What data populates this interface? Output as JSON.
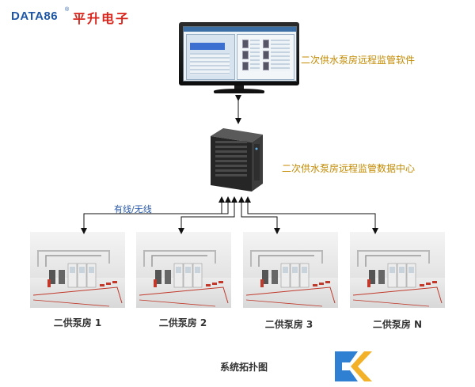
{
  "logo": {
    "latin": "DATA86",
    "reg": "®",
    "chinese": "平升电子"
  },
  "software_label": "二次供水泵房远程监管软件",
  "datacenter_label": "二次供水泵房远程监管数据中心",
  "link_label": "有线/无线",
  "pump_rooms": [
    {
      "label": "二供泵房 1"
    },
    {
      "label": "二供泵房 2"
    },
    {
      "label": "二供泵房 3"
    },
    {
      "label": "二供泵房 N"
    }
  ],
  "caption": "系统拓扑图",
  "colors": {
    "caption_gold": "#c48a00",
    "link_blue": "#2a5aa8",
    "logo_blue": "#1d56a6",
    "logo_red": "#d9241c"
  },
  "icons": [
    "monitor-icon",
    "server-icon",
    "pump-room-image",
    "brand-logo-icon"
  ]
}
